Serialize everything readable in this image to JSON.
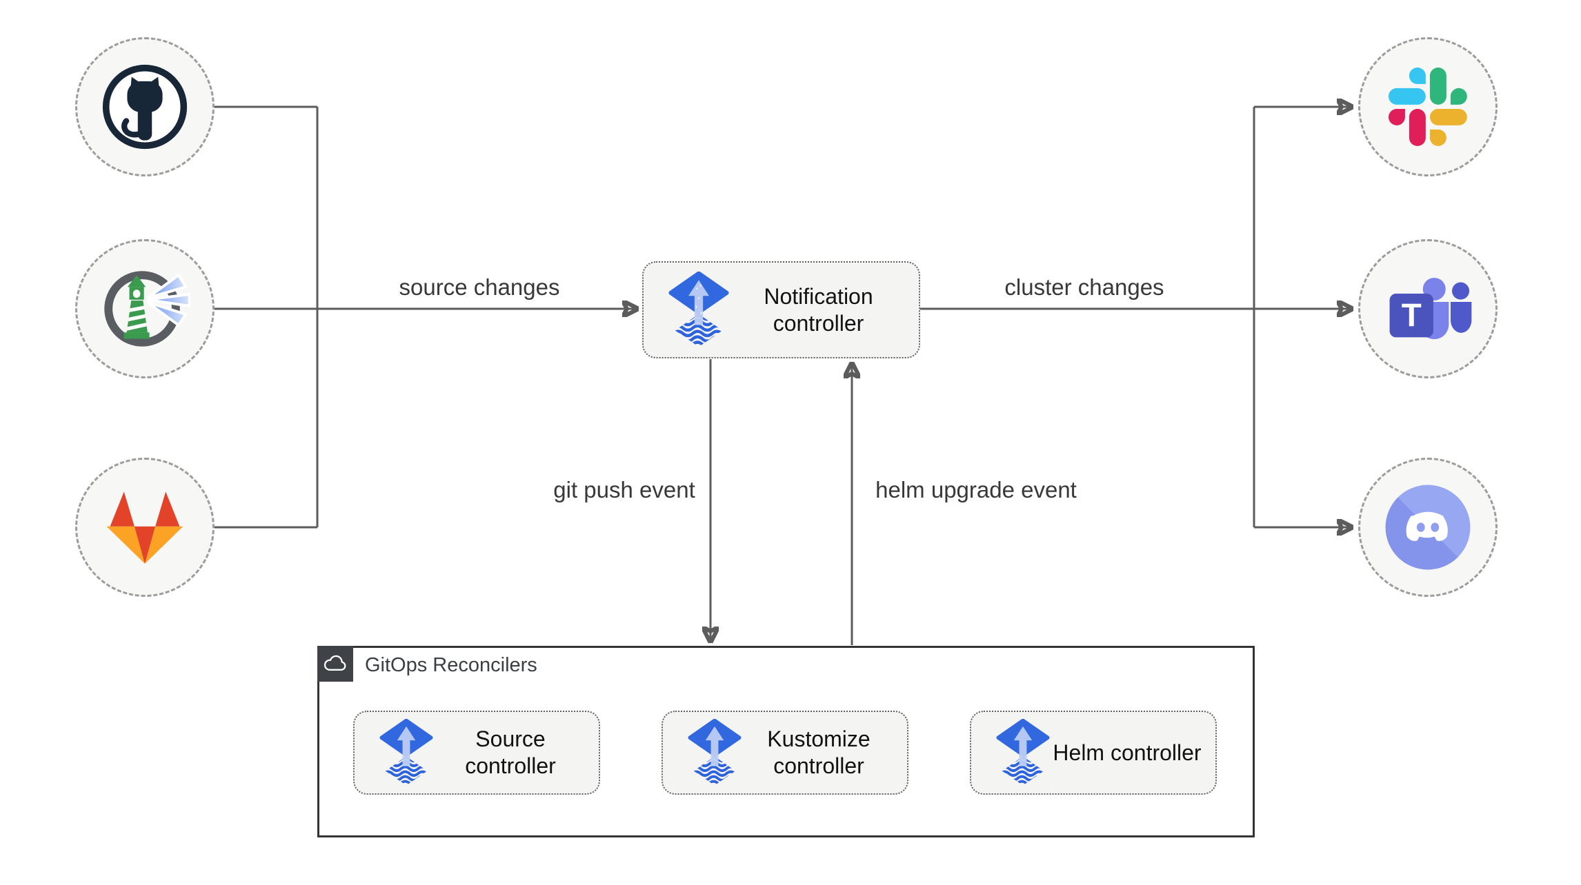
{
  "labels": {
    "notification_controller": "Notification controller",
    "source_controller": "Source controller",
    "kustomize_controller": "Kustomize controller",
    "helm_controller": "Helm controller",
    "reconcilers_title": "GitOps Reconcilers",
    "source_changes": "source changes",
    "cluster_changes": "cluster changes",
    "git_push_event": "git push event",
    "helm_upgrade_event": "helm upgrade event",
    "teams_logo_letter": "T"
  },
  "icons": {
    "sources": [
      "github-icon",
      "harbor-lighthouse-icon",
      "gitlab-icon"
    ],
    "alert_providers": [
      "slack-icon",
      "ms-teams-icon",
      "discord-icon"
    ],
    "controller": "flux-icon",
    "group_badge": "cloud-icon"
  },
  "colors": {
    "connector": "#5c5c5c",
    "node_fill": "#f7f7f5",
    "node_border": "#9c9c9c",
    "box_fill": "#f4f4f3",
    "box_border": "#5f5f5f",
    "group_border": "#333333",
    "group_tab": "#3f4347",
    "flux_blue": "#3168e0",
    "flux_arrow": "#bccdf3",
    "github_dark": "#182738",
    "harbor_green": "#3a9a4e",
    "gitlab_red": "#e24329",
    "gitlab_orange": "#fca326",
    "slack_blue": "#36c5f0",
    "slack_green": "#2eb67d",
    "slack_yellow": "#ecb22e",
    "slack_red": "#e01e5a",
    "teams_purple": "#4b53bc",
    "teams_light_purple": "#7b83eb",
    "teams_mid_purple": "#5059c9",
    "discord_blurple": "#8c9dee"
  }
}
